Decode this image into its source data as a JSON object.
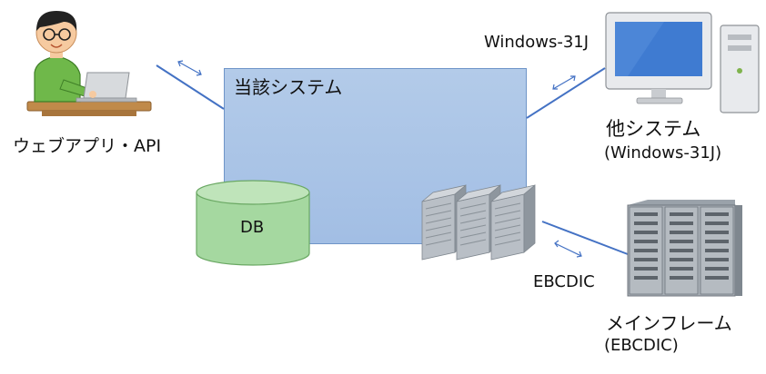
{
  "diagram": {
    "system_label": "当該システム",
    "db_label": "DB",
    "webapp_label": "ウェブアプリ・API",
    "other_system_label": "他システム",
    "other_system_encoding": "(Windows-31J)",
    "other_link_encoding": "Windows-31J",
    "mainframe_label": "メインフレーム",
    "mainframe_encoding": "(EBCDIC)",
    "mainframe_link_encoding": "EBCDIC"
  },
  "colors": {
    "system_fill": "#a9c3e6",
    "system_border": "#6f95c8",
    "db_fill": "#a5d8a0",
    "db_border": "#6aa863",
    "connector": "#4472c4",
    "server_gray": "#9aa2aa",
    "monitor_screen": "#3f7bd1",
    "person_shirt": "#6fb84a"
  }
}
